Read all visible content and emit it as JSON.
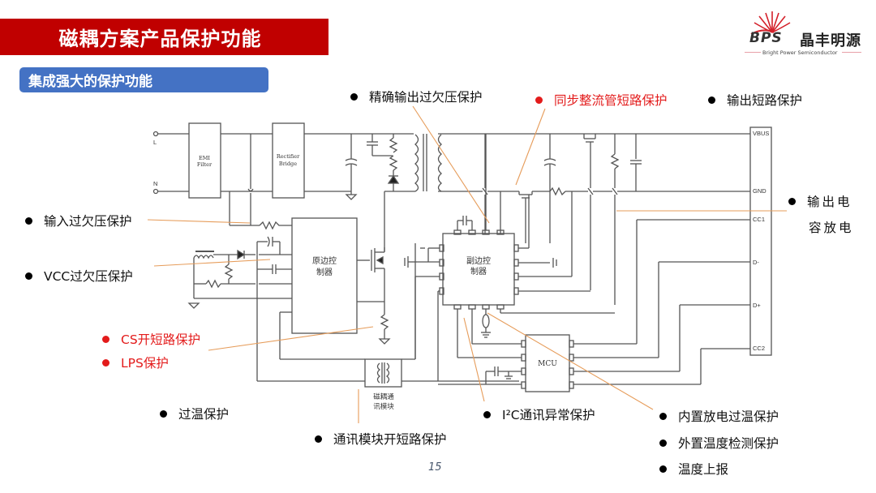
{
  "header": {
    "title": "磁耦方案产品保护功能",
    "subtitle": "集成强大的保护功能"
  },
  "logo": {
    "mark": "BPS",
    "cn_name": "晶丰明源",
    "en_name": "Bright Power Semiconductor"
  },
  "colors": {
    "title_bg": "#c00000",
    "subtitle_bg": "#4472c4",
    "highlight_red": "#e31b1b",
    "leader_line": "#e69c5a"
  },
  "schematic": {
    "ac_inputs": [
      "L",
      "N"
    ],
    "blocks": {
      "emi": [
        "EMI",
        "Filter"
      ],
      "rectifier": [
        "Rectifier",
        "Bridge"
      ],
      "primary_controller": [
        "原边控",
        "制器"
      ],
      "secondary_controller": [
        "副边控",
        "制器"
      ],
      "mcu": "MCU",
      "coupler": [
        "磁耦通",
        "讯模块"
      ]
    },
    "usb_pins": [
      "VBUS",
      "GND",
      "CC1",
      "D-",
      "D+",
      "CC2"
    ]
  },
  "callouts": {
    "top": [
      {
        "text": "精确输出过欠压保护",
        "highlight": false
      },
      {
        "text": "同步整流管短路保护",
        "highlight": true
      },
      {
        "text": "输出短路保护",
        "highlight": false
      }
    ],
    "right": {
      "line1": "输出电",
      "line2": "容放电",
      "highlight": false
    },
    "left": [
      {
        "text": "输入过欠压保护",
        "highlight": false
      },
      {
        "text": "VCC过欠压保护",
        "highlight": false
      },
      {
        "text": "CS开短路保护",
        "highlight": true
      },
      {
        "text": "LPS保护",
        "highlight": true
      }
    ],
    "bottom": [
      {
        "text": "过温保护",
        "highlight": false
      },
      {
        "text": "通讯模块开短路保护",
        "highlight": false
      },
      {
        "text": "I²C通讯异常保护",
        "highlight": false
      },
      {
        "text": "内置放电过温保护",
        "highlight": false
      },
      {
        "text": "外置温度检测保护",
        "highlight": false
      },
      {
        "text": "温度上报",
        "highlight": false
      }
    ]
  },
  "page_number": "15"
}
